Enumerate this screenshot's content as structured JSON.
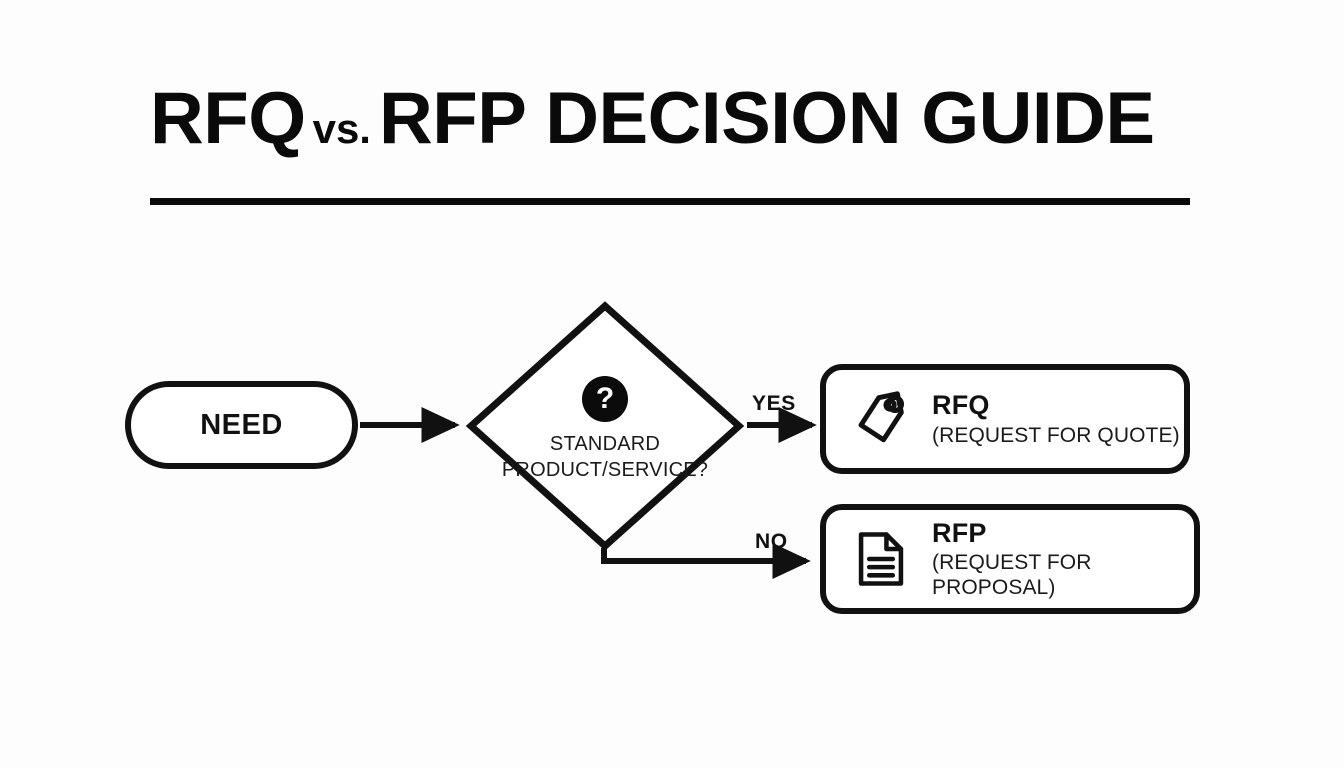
{
  "page": {
    "background_color": "#fdfdfd",
    "ink_color": "#111111"
  },
  "header": {
    "title_part1": "RFQ",
    "title_vs": "vs.",
    "title_part2": "RFP DECISION GUIDE",
    "title_full": "RFQ vs. RFP DECISION GUIDE"
  },
  "flowchart": {
    "start": {
      "label": "NEED",
      "shape": "stadium"
    },
    "decision": {
      "icon": "question-mark-circle-icon",
      "icon_glyph": "?",
      "line1": "STANDARD",
      "line2": "PRODUCT/SERVICE?",
      "shape": "diamond"
    },
    "branches": [
      {
        "label": "YES",
        "target": "rfq"
      },
      {
        "label": "NO",
        "target": "rfp"
      }
    ],
    "outcomes": [
      {
        "id": "rfq",
        "icon": "price-tag-icon",
        "title": "RFQ",
        "subtitle": "(REQUEST FOR QUOTE)"
      },
      {
        "id": "rfp",
        "icon": "document-icon",
        "title": "RFP",
        "subtitle": "(REQUEST FOR PROPOSAL)"
      }
    ]
  }
}
